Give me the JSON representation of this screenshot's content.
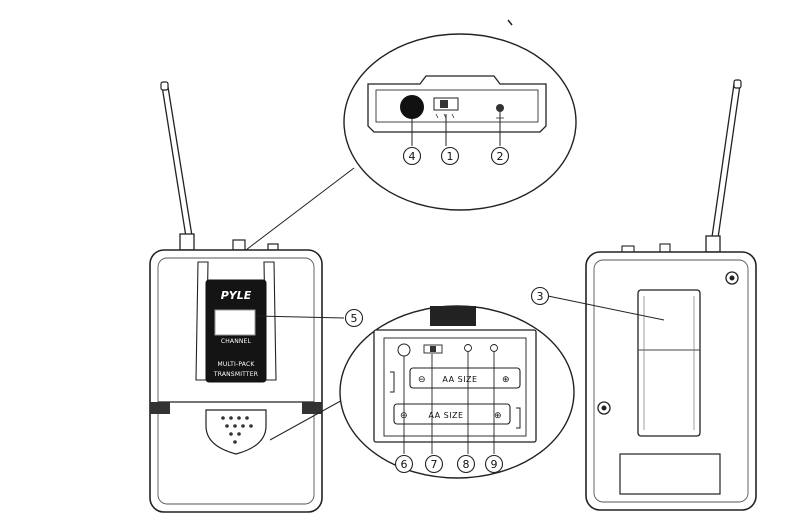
{
  "callouts": {
    "c1": "1",
    "c2": "2",
    "c3": "3",
    "c4": "4",
    "c5": "5",
    "c6": "6",
    "c7": "7",
    "c8": "8",
    "c9": "9"
  },
  "device": {
    "brand": "PYLE",
    "channel_label": "CHANNEL",
    "product_line1": "MULTI-PACK",
    "product_line2": "TRANSMITTER"
  },
  "battery_compartment": {
    "battery_upper": "AA SIZE",
    "battery_lower": "AA SIZE"
  }
}
